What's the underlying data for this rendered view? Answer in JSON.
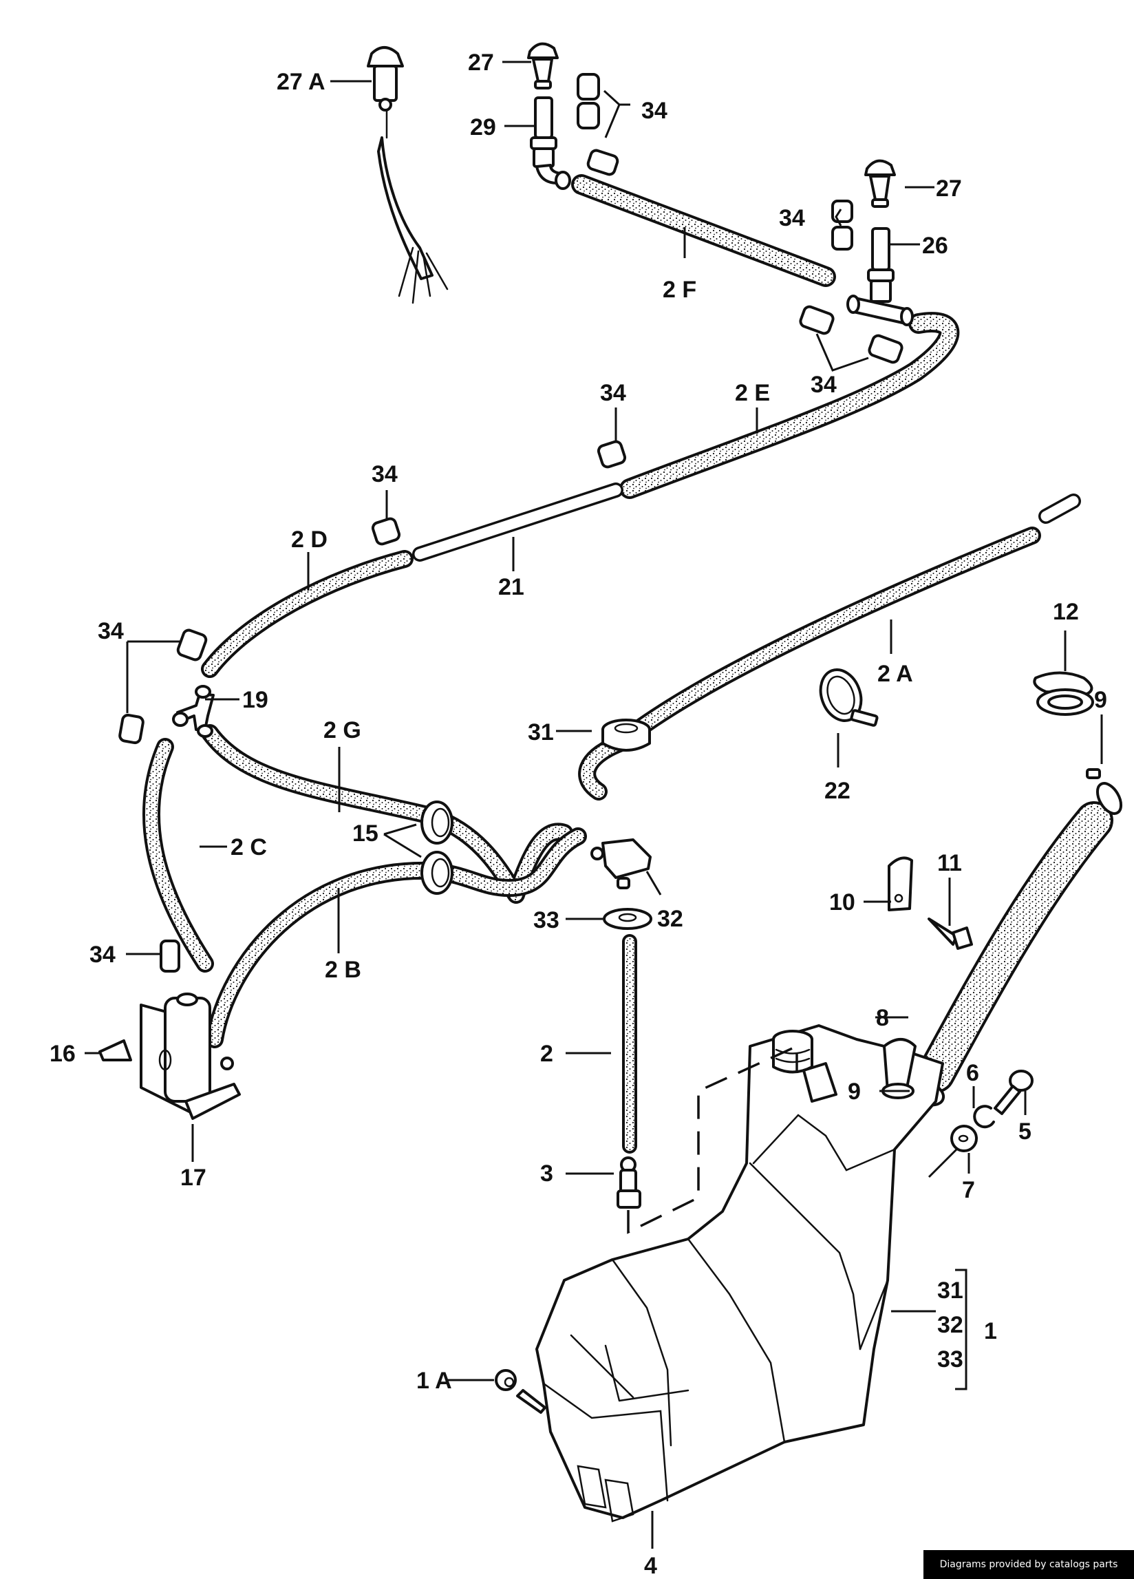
{
  "diagram": {
    "title": "Windshield washer system exploded parts diagram",
    "stipple_color": "#111111",
    "line_color": "#111111",
    "background": "#ffffff"
  },
  "callouts": {
    "l27a": "27 A",
    "l27_top": "27",
    "l29": "29",
    "l34_top": "34",
    "l27_right": "27",
    "l34_right": "34",
    "l26": "26",
    "l2f": "2 F",
    "l34_pair": "34",
    "l34_mid": "34",
    "l2e": "2 E",
    "l34_left": "34",
    "l2d": "2 D",
    "l21": "21",
    "l34_tee": "34",
    "l19": "19",
    "l2a": "2 A",
    "l12": "12",
    "l22": "22",
    "l2g": "2 G",
    "l31": "31",
    "l9_top": "9",
    "l15": "15",
    "l2c": "2 C",
    "l32": "32",
    "l33": "33",
    "l10": "10",
    "l11": "11",
    "l2b": "2 B",
    "l34_pump": "34",
    "l16": "16",
    "l8": "8",
    "l2": "2",
    "l9_bottom": "9",
    "l6": "6",
    "l5": "5",
    "l7": "7",
    "l17": "17",
    "l3": "3",
    "l1": "1",
    "l1a": "1 A",
    "l4": "4"
  },
  "bracket_group": {
    "label": "1",
    "includes": [
      "31",
      "32",
      "33"
    ]
  },
  "footer": {
    "credit": "Diagrams provided by catalogs parts"
  }
}
